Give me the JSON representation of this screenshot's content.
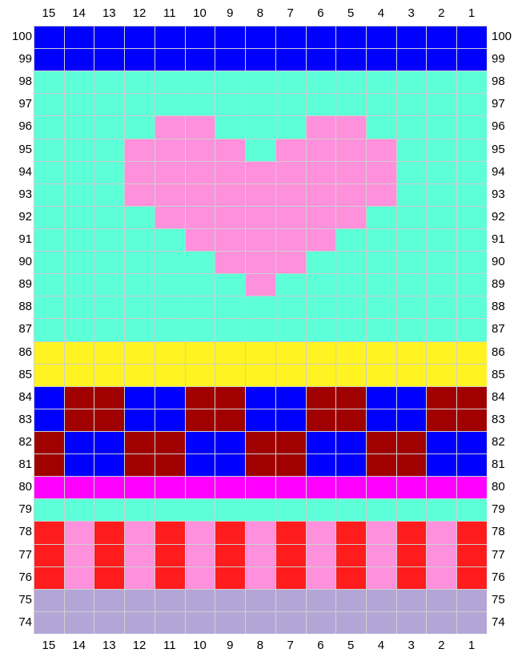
{
  "chart_data": {
    "type": "heatmap",
    "columns": [
      "15",
      "14",
      "13",
      "12",
      "11",
      "10",
      "9",
      "8",
      "7",
      "6",
      "5",
      "4",
      "3",
      "2",
      "1"
    ],
    "rows": [
      "100",
      "99",
      "98",
      "97",
      "96",
      "95",
      "94",
      "93",
      "92",
      "91",
      "90",
      "89",
      "88",
      "87",
      "86",
      "85",
      "84",
      "83",
      "82",
      "81",
      "80",
      "79",
      "78",
      "77",
      "76",
      "75",
      "74"
    ],
    "palette": {
      "B": "#0000ff",
      "T": "#5cffd8",
      "P": "#ff90dc",
      "Y": "#fff322",
      "R": "#a00000",
      "M": "#ff00ff",
      "S": "#ff1c1c",
      "L": "#b3a6d7"
    },
    "grid": [
      "BBBBBBBBBBBBBBB",
      "BBBBBBBBBBBBBBB",
      "TTTTTTTTTTTTTTT",
      "TTTTTTTTTTTTTTT",
      "TTTTPPTTTPPTTTT",
      "TTTPPPPTPPPPTTT",
      "TTTPPPPPPPPPTTT",
      "TTTPPPPPPPPPTTT",
      "TTTTPPPPPPPTTTT",
      "TTTTTPPPPPTTTTT",
      "TTTTTTPPPTTTTTT",
      "TTTTTTTPTTTTTTT",
      "TTTTTTTTTTTTTTT",
      "TTTTTTTTTTTTTTT",
      "YYYYYYYYYYYYYYY",
      "YYYYYYYYYYYYYYY",
      "BRRBBRRBBRRBBRR",
      "BRRBBRRBBRRBBRR",
      "RBBRRBBRRBBRRBB",
      "RBBRRBBRRBBRRBB",
      "MMMMMMMMMMMMMMM",
      "TTTTTTTTTTTTTTT",
      "SPSPSPSPSPSPSPS",
      "SPSPSPSPSPSPSPS",
      "SPSPSPSPSPSPSPS",
      "LLLLLLLLLLLLLLL",
      "LLLLLLLLLLLLLLL"
    ]
  }
}
